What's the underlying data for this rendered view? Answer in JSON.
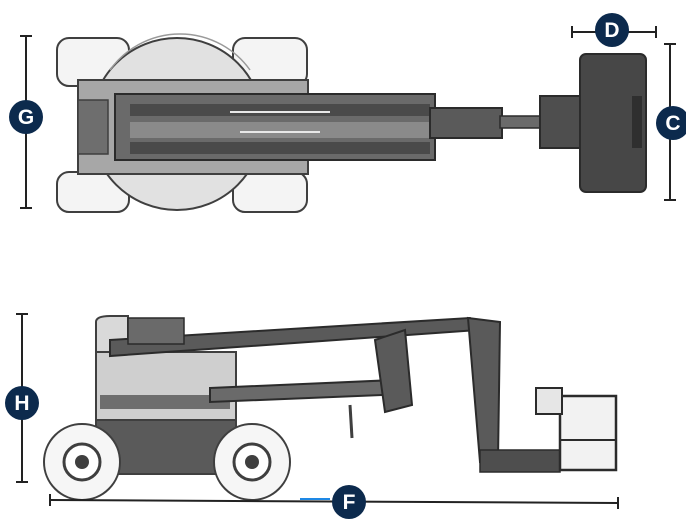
{
  "figure": {
    "description_views": [
      "top-view",
      "side-view"
    ],
    "colors": {
      "badge": "#0c2a4d",
      "dimension_line": "#222222",
      "machine_dark": "#3f3f3f",
      "machine_mid": "#6e6e6e",
      "machine_light": "#d9d9d9",
      "accent": "#1e88e5"
    }
  },
  "dimensions": {
    "G": "G",
    "C": "C",
    "D": "D",
    "H": "H",
    "F": "F"
  }
}
